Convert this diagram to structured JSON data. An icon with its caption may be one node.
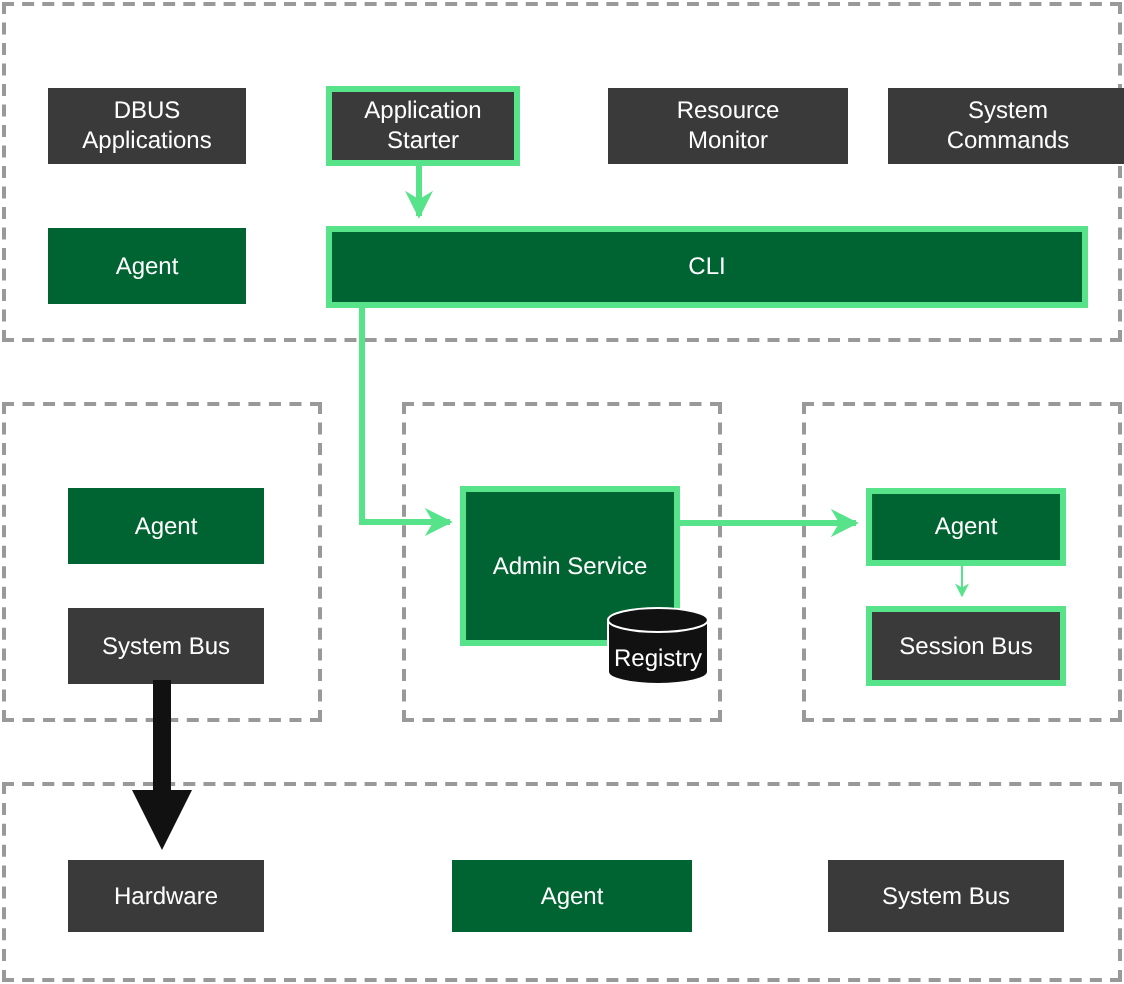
{
  "diagram": {
    "nodes": [
      {
        "text": [],
        "shape": "box"
      },
      {
        "text": [
          "DBUS Applications"
        ],
        "in": 0
      },
      {
        "text": [
          "Application Starter"
        ],
        "in": 0
      },
      {
        "text": [
          "Resource Monitor"
        ],
        "in": 0
      },
      {
        "text": [
          "System Commands"
        ],
        "in": 0
      },
      {
        "text": [
          "Agent"
        ],
        "in": 0
      },
      {
        "text": [
          "CLI"
        ],
        "in": 0
      },
      {
        "text": [],
        "shape": "box"
      },
      {
        "text": [
          "Agent"
        ],
        "in": 7
      },
      {
        "text": [
          "System Bus"
        ],
        "in": 7
      },
      {
        "text": [],
        "shape": "box"
      },
      {
        "text": [
          "Admin Service"
        ],
        "in": 10
      },
      {
        "text": [
          "Registry"
        ],
        "in": 10
      },
      {
        "text": [],
        "shape": "box"
      },
      {
        "text": [
          "Agent"
        ],
        "in": 13
      },
      {
        "text": [
          "Session Bus"
        ],
        "in": 13
      },
      {
        "text": [],
        "shape": "box"
      },
      {
        "text": [
          "Hardware"
        ],
        "in": 16
      },
      {
        "text": [
          "Agent"
        ],
        "in": 16
      },
      {
        "text": [
          "System Bus"
        ],
        "in": 16
      }
    ],
    "edges": [
      {
        "from": 2,
        "to": 6,
        "arrow": "to"
      },
      {
        "from": 6,
        "to": 11,
        "arrow": "to"
      },
      {
        "from": 11,
        "to": 14,
        "arrow": "to"
      },
      {
        "from": 14,
        "to": 15,
        "arrow": "to"
      },
      {
        "from": 9,
        "to": 17,
        "arrow": "to",
        "style": "thick",
        "color": "#111111"
      }
    ]
  }
}
